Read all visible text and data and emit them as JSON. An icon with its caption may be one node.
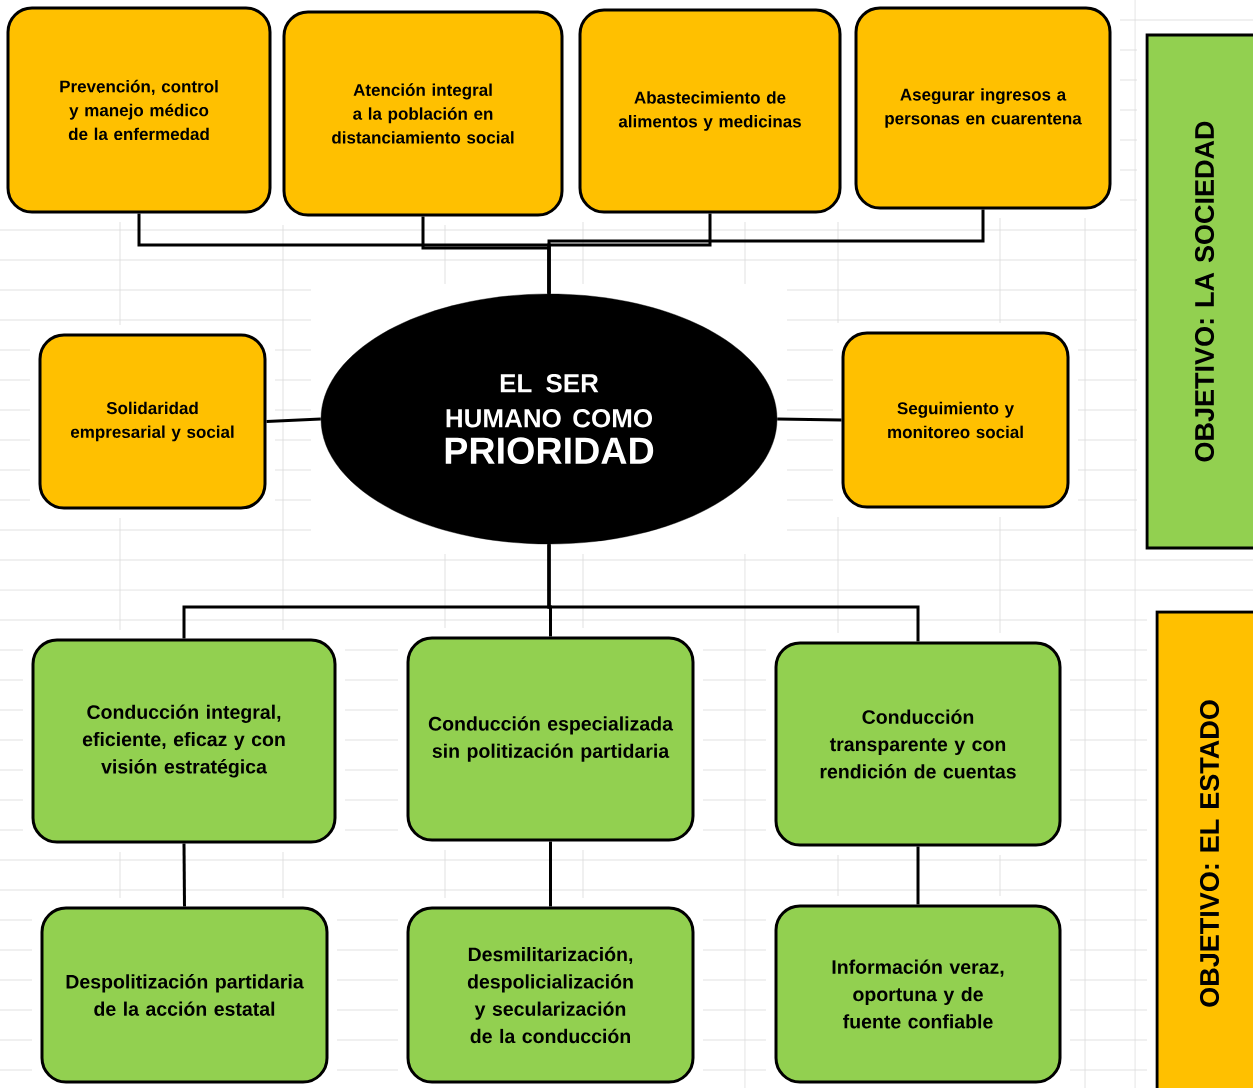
{
  "diagram": {
    "nodes": [
      {
        "text": [
          "Prevención, control y manejo médico de la enfermedad"
        ]
      },
      {
        "text": [
          "Atención integral a la población en distanciamiento social"
        ]
      },
      {
        "text": [
          "Abastecimiento de alimentos y medicinas"
        ]
      },
      {
        "text": [
          "Asegurar ingresos a personas en cuarentena"
        ]
      },
      {
        "text": [
          "Solidaridad empresarial y social"
        ]
      },
      {
        "text": [
          "EL SER HUMANO COMO",
          "PRIORIDAD"
        ]
      },
      {
        "text": [
          "Seguimiento y monitoreo social"
        ]
      },
      {
        "text": [
          "Conducción integral, eficiente, eficaz y con visión estratégica"
        ]
      },
      {
        "text": [
          "Conducción especializada sin politización partidaria"
        ]
      },
      {
        "text": [
          "Conducción transparente y con rendición de cuentas"
        ]
      },
      {
        "text": [
          "Despolitización partidaria de la acción estatal"
        ]
      },
      {
        "text": [
          "Desmilitarización, despolicialización y secularización de la conducción"
        ]
      },
      {
        "text": [
          "Información veraz, oportuna y de fuente confiable"
        ]
      },
      {
        "text": [
          "OBJETIVO: LA SOCIEDAD"
        ]
      },
      {
        "text": [
          "OBJETIVO: EL ESTADO"
        ]
      }
    ],
    "edges": [
      {
        "from": 5,
        "to": 0,
        "arrow": "none"
      },
      {
        "from": 5,
        "to": 1,
        "arrow": "none"
      },
      {
        "from": 5,
        "to": 2,
        "arrow": "none"
      },
      {
        "from": 5,
        "to": 3,
        "arrow": "none"
      },
      {
        "from": 5,
        "to": 4,
        "arrow": "none"
      },
      {
        "from": 5,
        "to": 6,
        "arrow": "none"
      },
      {
        "from": 5,
        "to": 7,
        "arrow": "none"
      },
      {
        "from": 5,
        "to": 8,
        "arrow": "none"
      },
      {
        "from": 5,
        "to": 9,
        "arrow": "none"
      },
      {
        "from": 7,
        "to": 10,
        "arrow": "none"
      },
      {
        "from": 8,
        "to": 11,
        "arrow": "none"
      },
      {
        "from": 9,
        "to": 12,
        "arrow": "none"
      }
    ]
  }
}
